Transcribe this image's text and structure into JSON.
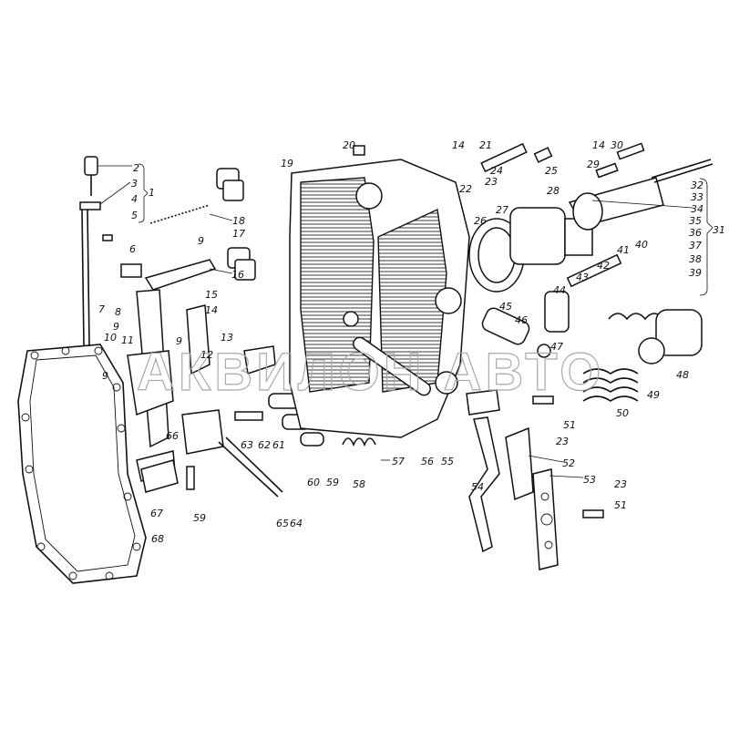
{
  "watermark": "АКВИЛОН АВТО",
  "colors": {
    "ink": "#111111",
    "background": "#ffffff",
    "watermark": "#aaaaaa"
  },
  "callouts": [
    "2",
    "3",
    "4",
    "5",
    "1",
    "18",
    "17",
    "9",
    "6",
    "16",
    "15",
    "14",
    "7",
    "8",
    "13",
    "9",
    "9",
    "10",
    "11",
    "12",
    "9",
    "66",
    "63",
    "62",
    "61",
    "60",
    "59",
    "58",
    "57",
    "56",
    "55",
    "54",
    "67",
    "59",
    "65",
    "64",
    "68",
    "19",
    "20",
    "14",
    "21",
    "22",
    "23",
    "24",
    "25",
    "26",
    "27",
    "28",
    "14",
    "30",
    "29",
    "32",
    "33",
    "34",
    "35",
    "36",
    "37",
    "38",
    "39",
    "31",
    "40",
    "41",
    "42",
    "43",
    "44",
    "45",
    "46",
    "47",
    "48",
    "49",
    "50",
    "51",
    "23",
    "52",
    "53",
    "23",
    "51"
  ]
}
